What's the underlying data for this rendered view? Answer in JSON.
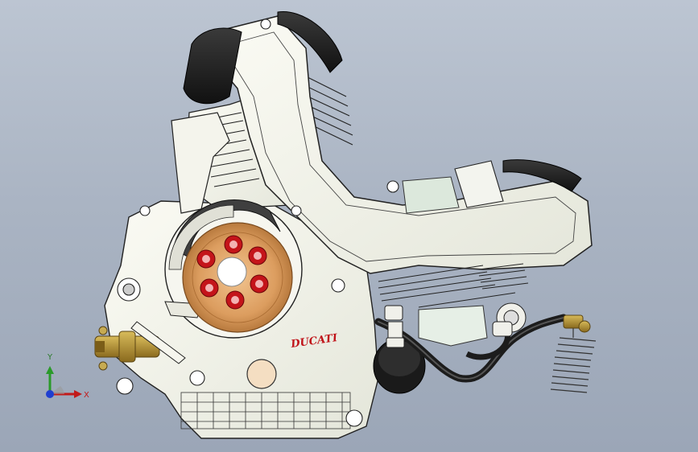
{
  "viewport": {
    "background_top": "#bcc5d2",
    "background_bottom": "#9ba6b7"
  },
  "model": {
    "brand_label": "DUCATI",
    "brand_color": "#c0141a",
    "clutch_bolt_color": "#c4141a",
    "clutch_plate_color": "#d99b5e",
    "brass_fitting_color": "#b08a2e",
    "hose_color": "#1c1c1c"
  },
  "triad": {
    "x_label": "X",
    "y_label": "Y",
    "x_color": "#c21a1a",
    "y_color": "#2a9a2a",
    "z_color": "#1f3fd0"
  }
}
